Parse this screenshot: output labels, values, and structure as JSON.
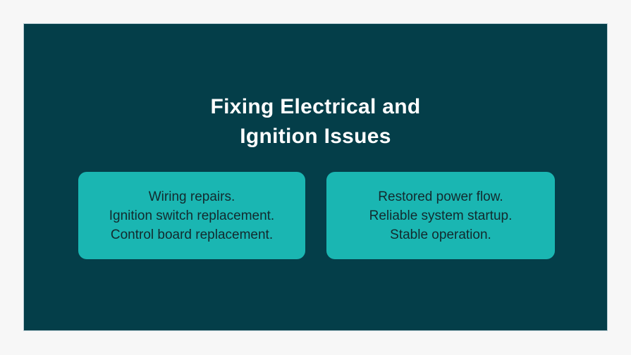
{
  "slide": {
    "title": {
      "line1": "Fixing Electrical and",
      "line2": "Ignition Issues"
    },
    "cards": [
      {
        "role": "actions",
        "lines": [
          "Wiring repairs.",
          "Ignition switch replacement.",
          "Control board replacement."
        ]
      },
      {
        "role": "outcomes",
        "lines": [
          "Restored power flow.",
          "Reliable system startup.",
          "Stable operation."
        ]
      }
    ],
    "colors": {
      "page_background": "#f7f7f7",
      "slide_background": "#043e49",
      "slide_edge": "#b9ced5",
      "card_background": "#1ab6b2",
      "title_text": "#ffffff",
      "card_text": "#132a2e"
    }
  }
}
